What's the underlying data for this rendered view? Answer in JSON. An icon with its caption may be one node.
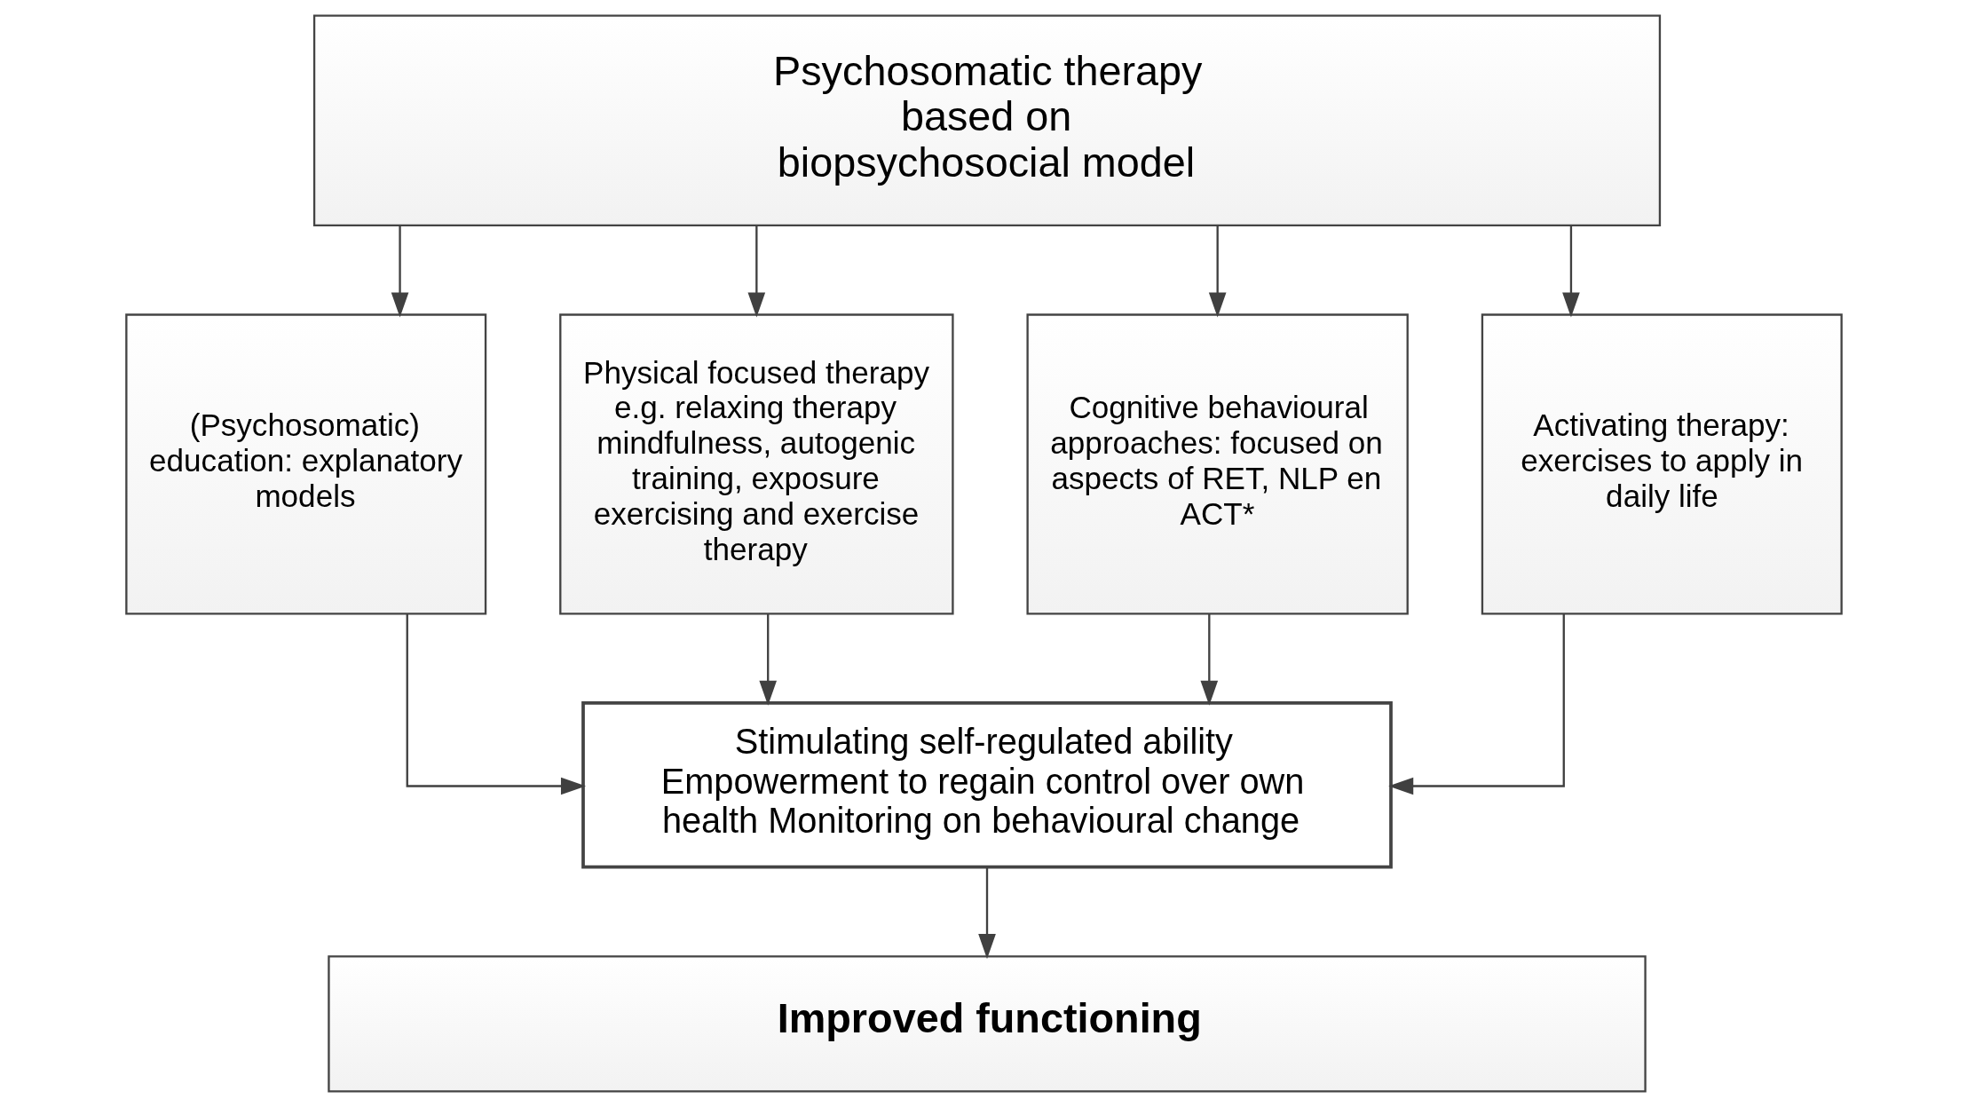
{
  "diagram": {
    "nodes": [
      {
        "text": [
          "Psychosomatic therapy based on biopsychosocial model"
        ]
      },
      {
        "text": [
          "(Psychosomatic) education: explanatory models"
        ]
      },
      {
        "text": [
          "Physical focused therapy e.g. relaxing therapy mindfulness, autogenic training, exposure exercising and exercise therapy"
        ]
      },
      {
        "text": [
          "Cognitive behavioural approaches: focused on aspects of RET, NLP en ACT*"
        ]
      },
      {
        "text": [
          "Activating therapy: exercises to apply in daily life"
        ]
      },
      {
        "text": [
          "Stimulating self-regulated ability Empowerment to regain control over own health Monitoring on behavioural change"
        ]
      },
      {
        "text": [
          "Improved functioning"
        ]
      }
    ],
    "edges": [
      {
        "from": 0,
        "to": 1,
        "arrow": "to"
      },
      {
        "from": 0,
        "to": 2,
        "arrow": "to"
      },
      {
        "from": 0,
        "to": 3,
        "arrow": "to"
      },
      {
        "from": 0,
        "to": 4,
        "arrow": "to"
      },
      {
        "from": 1,
        "to": 5,
        "arrow": "to"
      },
      {
        "from": 2,
        "to": 5,
        "arrow": "to"
      },
      {
        "from": 3,
        "to": 5,
        "arrow": "to"
      },
      {
        "from": 4,
        "to": 5,
        "arrow": "to"
      },
      {
        "from": 5,
        "to": 6,
        "arrow": "to"
      }
    ]
  }
}
